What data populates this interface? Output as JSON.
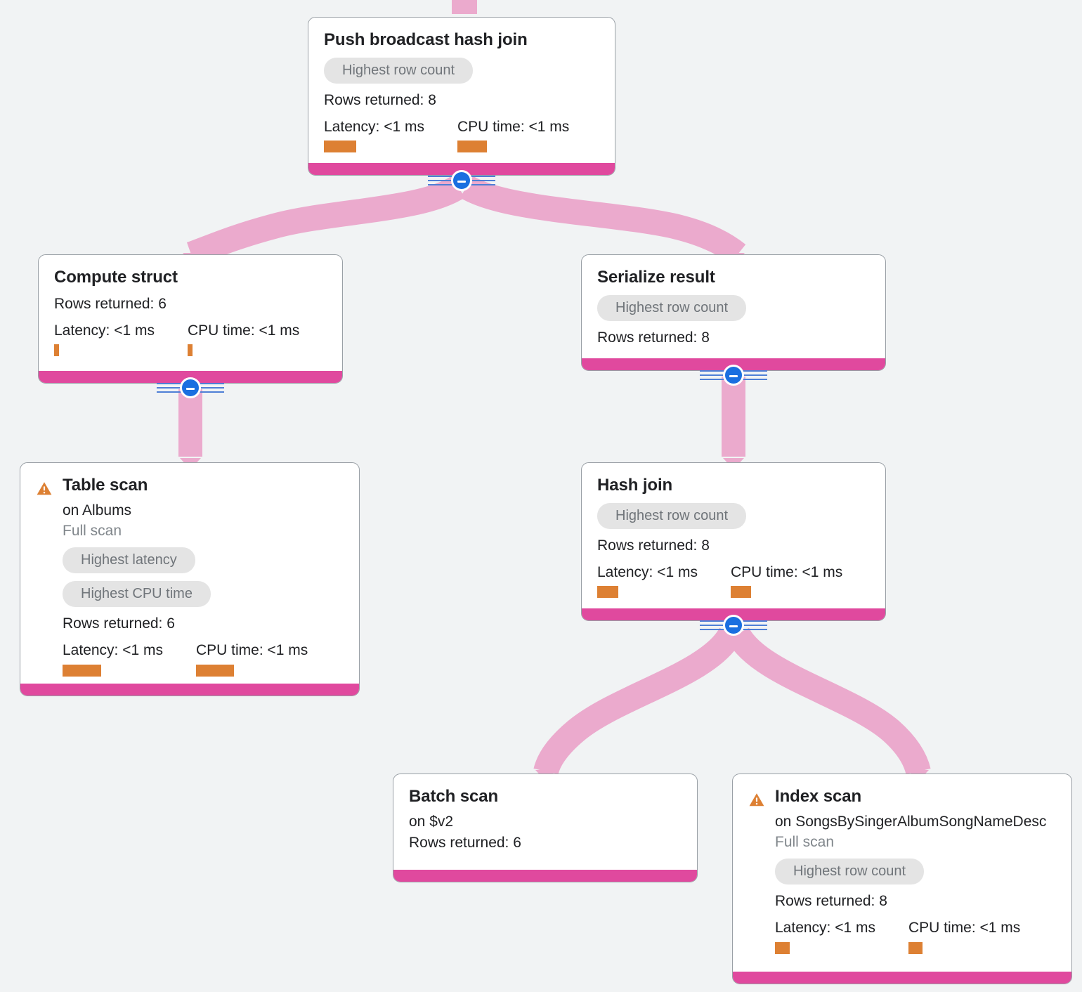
{
  "diagram": {
    "type": "query-execution-plan",
    "background_color": "#F1F3F4",
    "colors": {
      "card_background": "#FFFFFF",
      "card_border": "#9AA0A6",
      "footer_bar": "#E0499E",
      "edge": "#EBAACD",
      "metric_bar": "#DD8033",
      "badge_background": "#E4E4E4",
      "badge_text": "#70757A",
      "warning_icon": "#DD8033",
      "collapse_button": "#1A6FE0",
      "title_text": "#202124",
      "muted_text": "#80868B"
    },
    "labels": {
      "rows_prefix": "Rows returned: ",
      "latency_prefix": "Latency: ",
      "cpu_prefix": "CPU time: "
    },
    "nodes": [
      {
        "id": "push-broadcast-hash-join",
        "title": "Push broadcast hash join",
        "subtitle": "",
        "subnote": "",
        "badges": [
          "Highest row count"
        ],
        "rows_returned": "Rows returned: 8",
        "latency": "Latency: <1 ms",
        "cpu_time": "CPU time: <1 ms",
        "warning": false,
        "collapsible": true
      },
      {
        "id": "compute-struct",
        "title": "Compute struct",
        "subtitle": "",
        "subnote": "",
        "badges": [],
        "rows_returned": "Rows returned: 6",
        "latency": "Latency: <1 ms",
        "cpu_time": "CPU time: <1 ms",
        "warning": false,
        "collapsible": true
      },
      {
        "id": "serialize-result",
        "title": "Serialize result",
        "subtitle": "",
        "subnote": "",
        "badges": [
          "Highest row count"
        ],
        "rows_returned": "Rows returned: 8",
        "latency": "",
        "cpu_time": "",
        "warning": false,
        "collapsible": true
      },
      {
        "id": "table-scan",
        "title": "Table scan",
        "subtitle": "on Albums",
        "subnote": "Full scan",
        "badges": [
          "Highest latency",
          "Highest CPU time"
        ],
        "rows_returned": "Rows returned: 6",
        "latency": "Latency: <1 ms",
        "cpu_time": "CPU time: <1 ms",
        "warning": true,
        "collapsible": false
      },
      {
        "id": "hash-join",
        "title": "Hash join",
        "subtitle": "",
        "subnote": "",
        "badges": [
          "Highest row count"
        ],
        "rows_returned": "Rows returned: 8",
        "latency": "Latency: <1 ms",
        "cpu_time": "CPU time: <1 ms",
        "warning": false,
        "collapsible": true
      },
      {
        "id": "batch-scan",
        "title": "Batch scan",
        "subtitle": "on $v2",
        "subnote": "",
        "badges": [],
        "rows_returned": "Rows returned: 6",
        "latency": "",
        "cpu_time": "",
        "warning": false,
        "collapsible": false
      },
      {
        "id": "index-scan",
        "title": "Index scan",
        "subtitle": "on SongsBySingerAlbumSongNameDesc",
        "subnote": "Full scan",
        "badges": [
          "Highest row count"
        ],
        "rows_returned": "Rows returned: 8",
        "latency": "Latency: <1 ms",
        "cpu_time": "CPU time: <1 ms",
        "warning": true,
        "collapsible": false
      }
    ],
    "edges": [
      {
        "from": "root-stub",
        "to": "push-broadcast-hash-join"
      },
      {
        "from": "push-broadcast-hash-join",
        "to": "compute-struct"
      },
      {
        "from": "push-broadcast-hash-join",
        "to": "serialize-result"
      },
      {
        "from": "compute-struct",
        "to": "table-scan"
      },
      {
        "from": "serialize-result",
        "to": "hash-join"
      },
      {
        "from": "hash-join",
        "to": "batch-scan"
      },
      {
        "from": "hash-join",
        "to": "index-scan"
      }
    ]
  }
}
